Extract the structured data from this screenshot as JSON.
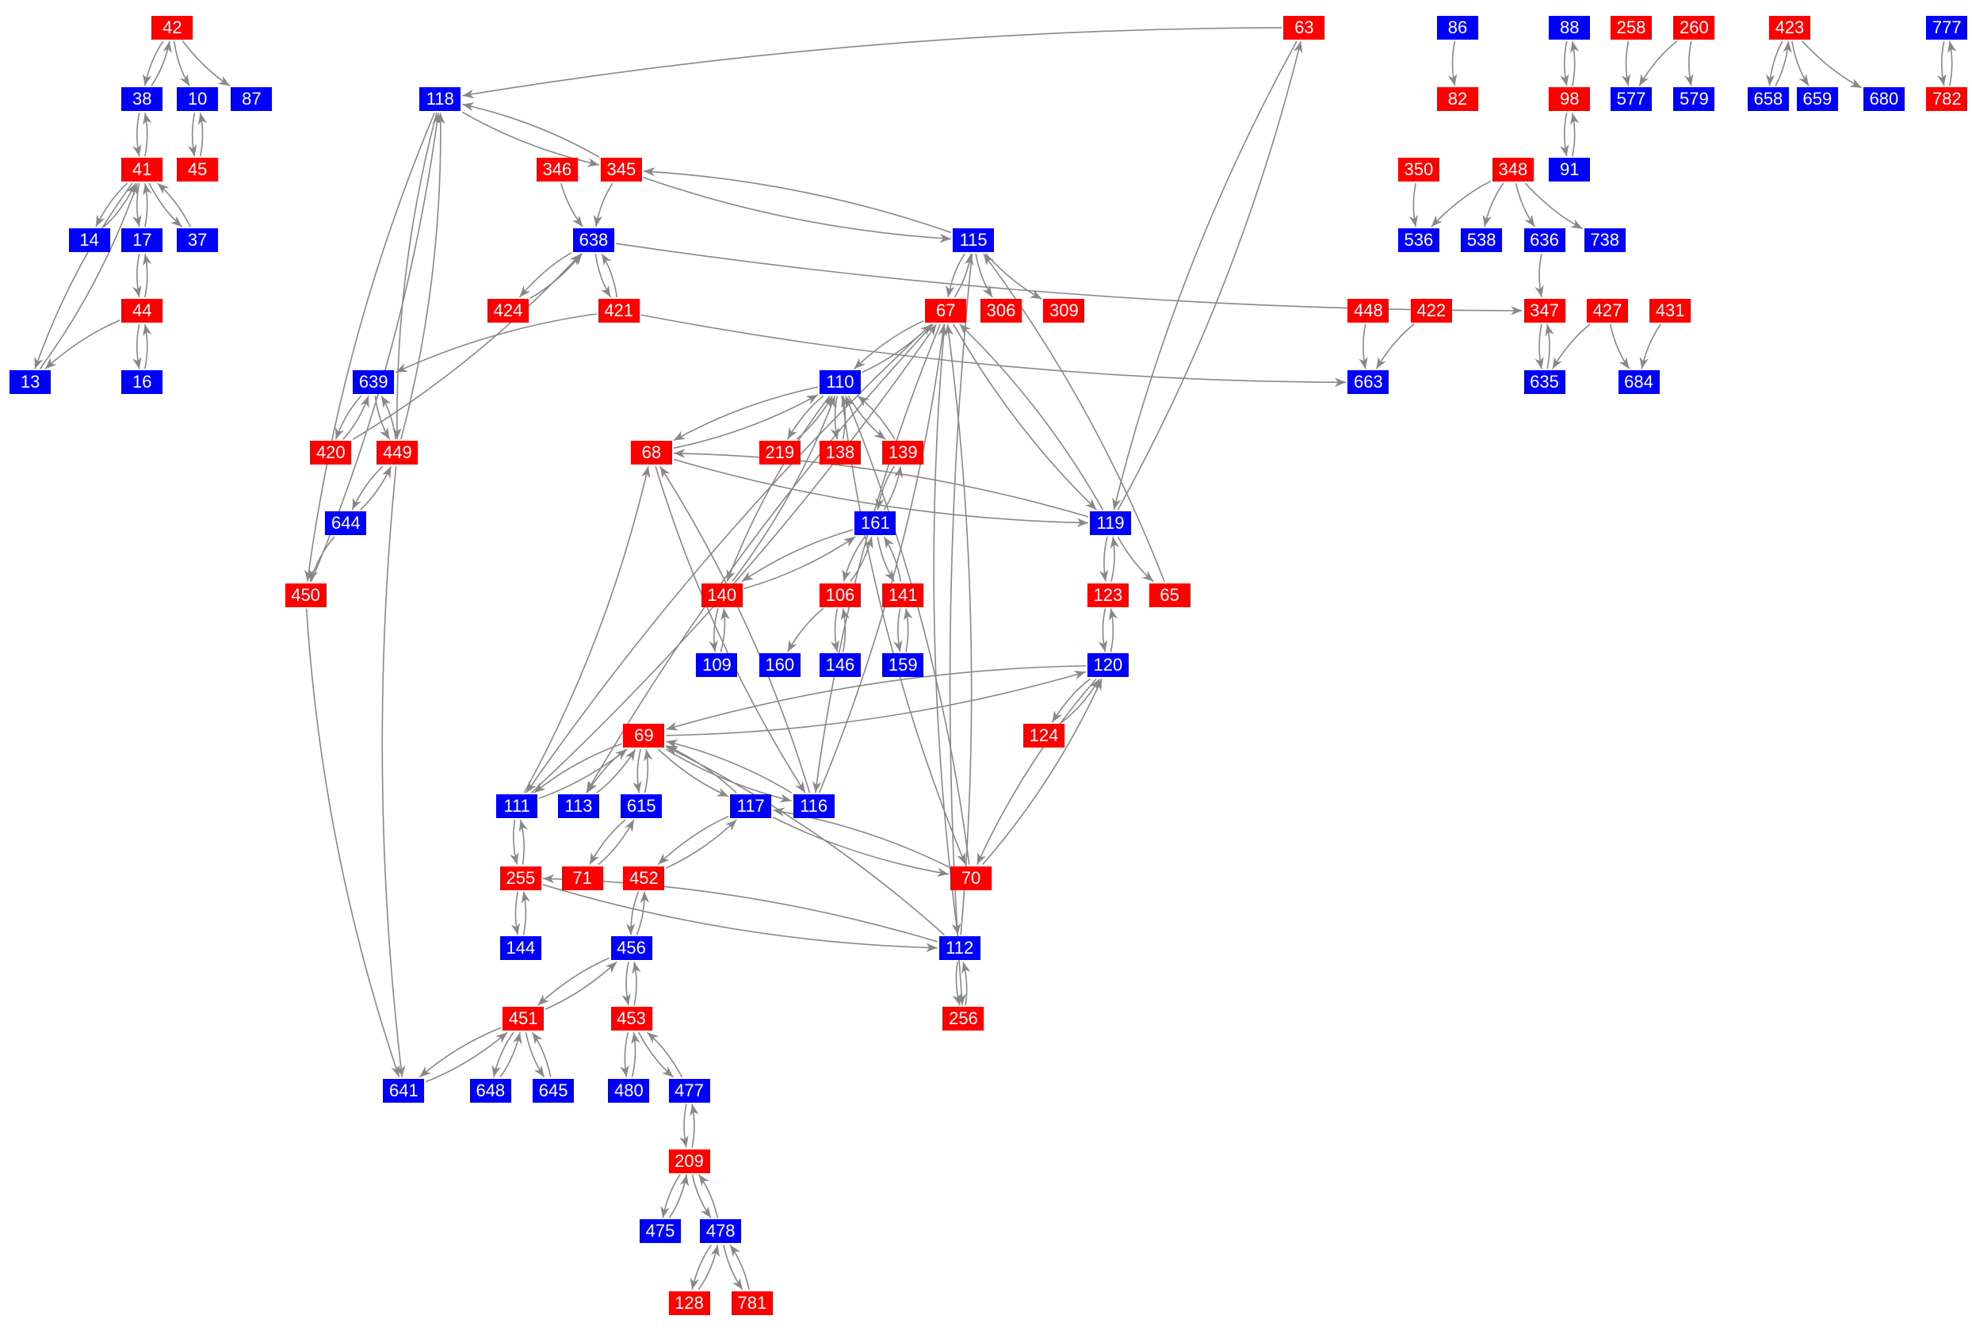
{
  "colors": {
    "red": "#ff0000",
    "blue": "#0000ff",
    "edge": "#888888"
  },
  "nodes": [
    {
      "id": "42",
      "color": "red"
    },
    {
      "id": "38",
      "color": "blue"
    },
    {
      "id": "10",
      "color": "blue"
    },
    {
      "id": "87",
      "color": "blue"
    },
    {
      "id": "41",
      "color": "red"
    },
    {
      "id": "45",
      "color": "red"
    },
    {
      "id": "14",
      "color": "blue"
    },
    {
      "id": "17",
      "color": "blue"
    },
    {
      "id": "37",
      "color": "blue"
    },
    {
      "id": "44",
      "color": "red"
    },
    {
      "id": "13",
      "color": "blue"
    },
    {
      "id": "16",
      "color": "blue"
    },
    {
      "id": "118",
      "color": "blue"
    },
    {
      "id": "346",
      "color": "red"
    },
    {
      "id": "345",
      "color": "red"
    },
    {
      "id": "638",
      "color": "blue"
    },
    {
      "id": "424",
      "color": "red"
    },
    {
      "id": "421",
      "color": "red"
    },
    {
      "id": "639",
      "color": "blue"
    },
    {
      "id": "420",
      "color": "red"
    },
    {
      "id": "449",
      "color": "red"
    },
    {
      "id": "644",
      "color": "blue"
    },
    {
      "id": "450",
      "color": "red"
    },
    {
      "id": "641",
      "color": "blue"
    },
    {
      "id": "63",
      "color": "red"
    },
    {
      "id": "115",
      "color": "blue"
    },
    {
      "id": "67",
      "color": "red"
    },
    {
      "id": "306",
      "color": "red"
    },
    {
      "id": "309",
      "color": "red"
    },
    {
      "id": "110",
      "color": "blue"
    },
    {
      "id": "68",
      "color": "red"
    },
    {
      "id": "219",
      "color": "red"
    },
    {
      "id": "138",
      "color": "red"
    },
    {
      "id": "139",
      "color": "red"
    },
    {
      "id": "161",
      "color": "blue"
    },
    {
      "id": "140",
      "color": "red"
    },
    {
      "id": "106",
      "color": "red"
    },
    {
      "id": "141",
      "color": "red"
    },
    {
      "id": "109",
      "color": "blue"
    },
    {
      "id": "160",
      "color": "blue"
    },
    {
      "id": "146",
      "color": "blue"
    },
    {
      "id": "159",
      "color": "blue"
    },
    {
      "id": "119",
      "color": "blue"
    },
    {
      "id": "123",
      "color": "red"
    },
    {
      "id": "65",
      "color": "red"
    },
    {
      "id": "120",
      "color": "blue"
    },
    {
      "id": "124",
      "color": "red"
    },
    {
      "id": "69",
      "color": "red"
    },
    {
      "id": "111",
      "color": "blue"
    },
    {
      "id": "113",
      "color": "blue"
    },
    {
      "id": "615",
      "color": "blue"
    },
    {
      "id": "117",
      "color": "blue"
    },
    {
      "id": "116",
      "color": "blue"
    },
    {
      "id": "255",
      "color": "red"
    },
    {
      "id": "71",
      "color": "red"
    },
    {
      "id": "452",
      "color": "red"
    },
    {
      "id": "70",
      "color": "red"
    },
    {
      "id": "144",
      "color": "blue"
    },
    {
      "id": "456",
      "color": "blue"
    },
    {
      "id": "112",
      "color": "blue"
    },
    {
      "id": "451",
      "color": "red"
    },
    {
      "id": "453",
      "color": "red"
    },
    {
      "id": "256",
      "color": "red"
    },
    {
      "id": "648",
      "color": "blue"
    },
    {
      "id": "645",
      "color": "blue"
    },
    {
      "id": "480",
      "color": "blue"
    },
    {
      "id": "477",
      "color": "blue"
    },
    {
      "id": "209",
      "color": "red"
    },
    {
      "id": "475",
      "color": "blue"
    },
    {
      "id": "478",
      "color": "blue"
    },
    {
      "id": "128",
      "color": "red"
    },
    {
      "id": "781",
      "color": "red"
    },
    {
      "id": "86",
      "color": "blue"
    },
    {
      "id": "82",
      "color": "red"
    },
    {
      "id": "88",
      "color": "blue"
    },
    {
      "id": "98",
      "color": "red"
    },
    {
      "id": "91",
      "color": "blue"
    },
    {
      "id": "258",
      "color": "red"
    },
    {
      "id": "260",
      "color": "red"
    },
    {
      "id": "577",
      "color": "blue"
    },
    {
      "id": "579",
      "color": "blue"
    },
    {
      "id": "423",
      "color": "red"
    },
    {
      "id": "658",
      "color": "blue"
    },
    {
      "id": "659",
      "color": "blue"
    },
    {
      "id": "680",
      "color": "blue"
    },
    {
      "id": "777",
      "color": "blue"
    },
    {
      "id": "782",
      "color": "red"
    },
    {
      "id": "350",
      "color": "red"
    },
    {
      "id": "348",
      "color": "red"
    },
    {
      "id": "536",
      "color": "blue"
    },
    {
      "id": "538",
      "color": "blue"
    },
    {
      "id": "636",
      "color": "blue"
    },
    {
      "id": "738",
      "color": "blue"
    },
    {
      "id": "448",
      "color": "red"
    },
    {
      "id": "422",
      "color": "red"
    },
    {
      "id": "663",
      "color": "blue"
    },
    {
      "id": "347",
      "color": "red"
    },
    {
      "id": "427",
      "color": "red"
    },
    {
      "id": "431",
      "color": "red"
    },
    {
      "id": "635",
      "color": "blue"
    },
    {
      "id": "684",
      "color": "blue"
    }
  ],
  "edges": [
    [
      "42",
      "38"
    ],
    [
      "38",
      "42"
    ],
    [
      "42",
      "10"
    ],
    [
      "42",
      "87"
    ],
    [
      "38",
      "41"
    ],
    [
      "41",
      "38"
    ],
    [
      "10",
      "45"
    ],
    [
      "45",
      "10"
    ],
    [
      "41",
      "14"
    ],
    [
      "14",
      "41"
    ],
    [
      "41",
      "17"
    ],
    [
      "17",
      "41"
    ],
    [
      "41",
      "37"
    ],
    [
      "37",
      "41"
    ],
    [
      "41",
      "13"
    ],
    [
      "13",
      "41"
    ],
    [
      "17",
      "44"
    ],
    [
      "44",
      "17"
    ],
    [
      "44",
      "13"
    ],
    [
      "44",
      "16"
    ],
    [
      "16",
      "44"
    ],
    [
      "63",
      "118"
    ],
    [
      "118",
      "345"
    ],
    [
      "345",
      "118"
    ],
    [
      "346",
      "638"
    ],
    [
      "345",
      "638"
    ],
    [
      "345",
      "115"
    ],
    [
      "115",
      "345"
    ],
    [
      "638",
      "424"
    ],
    [
      "424",
      "638"
    ],
    [
      "638",
      "421"
    ],
    [
      "421",
      "638"
    ],
    [
      "420",
      "638"
    ],
    [
      "421",
      "639"
    ],
    [
      "638",
      "347"
    ],
    [
      "421",
      "663"
    ],
    [
      "639",
      "420"
    ],
    [
      "420",
      "639"
    ],
    [
      "639",
      "449"
    ],
    [
      "449",
      "639"
    ],
    [
      "118",
      "449"
    ],
    [
      "449",
      "118"
    ],
    [
      "118",
      "450"
    ],
    [
      "450",
      "118"
    ],
    [
      "449",
      "644"
    ],
    [
      "644",
      "449"
    ],
    [
      "644",
      "450"
    ],
    [
      "450",
      "641"
    ],
    [
      "449",
      "641"
    ],
    [
      "63",
      "119"
    ],
    [
      "119",
      "63"
    ],
    [
      "115",
      "67"
    ],
    [
      "67",
      "115"
    ],
    [
      "115",
      "306"
    ],
    [
      "115",
      "309"
    ],
    [
      "65",
      "115"
    ],
    [
      "115",
      "256"
    ],
    [
      "67",
      "110"
    ],
    [
      "110",
      "67"
    ],
    [
      "67",
      "119"
    ],
    [
      "119",
      "67"
    ],
    [
      "67",
      "111"
    ],
    [
      "111",
      "67"
    ],
    [
      "67",
      "113"
    ],
    [
      "67",
      "116"
    ],
    [
      "116",
      "67"
    ],
    [
      "67",
      "112"
    ],
    [
      "112",
      "67"
    ],
    [
      "110",
      "68"
    ],
    [
      "68",
      "110"
    ],
    [
      "110",
      "219"
    ],
    [
      "219",
      "110"
    ],
    [
      "110",
      "138"
    ],
    [
      "138",
      "110"
    ],
    [
      "110",
      "139"
    ],
    [
      "139",
      "110"
    ],
    [
      "110",
      "140"
    ],
    [
      "140",
      "110"
    ],
    [
      "110",
      "70"
    ],
    [
      "70",
      "110"
    ],
    [
      "68",
      "119"
    ],
    [
      "119",
      "68"
    ],
    [
      "111",
      "68"
    ],
    [
      "68",
      "116"
    ],
    [
      "116",
      "68"
    ],
    [
      "139",
      "161"
    ],
    [
      "161",
      "139"
    ],
    [
      "161",
      "140"
    ],
    [
      "140",
      "161"
    ],
    [
      "161",
      "106"
    ],
    [
      "106",
      "161"
    ],
    [
      "161",
      "141"
    ],
    [
      "141",
      "161"
    ],
    [
      "140",
      "109"
    ],
    [
      "109",
      "140"
    ],
    [
      "106",
      "160"
    ],
    [
      "106",
      "146"
    ],
    [
      "146",
      "106"
    ],
    [
      "141",
      "159"
    ],
    [
      "159",
      "141"
    ],
    [
      "119",
      "123"
    ],
    [
      "123",
      "119"
    ],
    [
      "119",
      "65"
    ],
    [
      "123",
      "120"
    ],
    [
      "120",
      "123"
    ],
    [
      "120",
      "124"
    ],
    [
      "124",
      "120"
    ],
    [
      "120",
      "69"
    ],
    [
      "69",
      "120"
    ],
    [
      "120",
      "70"
    ],
    [
      "70",
      "120"
    ],
    [
      "69",
      "111"
    ],
    [
      "111",
      "69"
    ],
    [
      "69",
      "113"
    ],
    [
      "113",
      "69"
    ],
    [
      "69",
      "615"
    ],
    [
      "615",
      "69"
    ],
    [
      "69",
      "117"
    ],
    [
      "117",
      "69"
    ],
    [
      "69",
      "116"
    ],
    [
      "116",
      "69"
    ],
    [
      "112",
      "69"
    ],
    [
      "111",
      "255"
    ],
    [
      "255",
      "111"
    ],
    [
      "615",
      "71"
    ],
    [
      "71",
      "615"
    ],
    [
      "117",
      "452"
    ],
    [
      "452",
      "117"
    ],
    [
      "117",
      "70"
    ],
    [
      "70",
      "117"
    ],
    [
      "255",
      "144"
    ],
    [
      "144",
      "255"
    ],
    [
      "255",
      "112"
    ],
    [
      "112",
      "255"
    ],
    [
      "452",
      "456"
    ],
    [
      "456",
      "452"
    ],
    [
      "456",
      "451"
    ],
    [
      "451",
      "456"
    ],
    [
      "456",
      "453"
    ],
    [
      "453",
      "456"
    ],
    [
      "112",
      "256"
    ],
    [
      "256",
      "112"
    ],
    [
      "451",
      "641"
    ],
    [
      "641",
      "451"
    ],
    [
      "451",
      "648"
    ],
    [
      "648",
      "451"
    ],
    [
      "451",
      "645"
    ],
    [
      "645",
      "451"
    ],
    [
      "453",
      "480"
    ],
    [
      "480",
      "453"
    ],
    [
      "453",
      "477"
    ],
    [
      "477",
      "453"
    ],
    [
      "477",
      "209"
    ],
    [
      "209",
      "477"
    ],
    [
      "209",
      "475"
    ],
    [
      "475",
      "209"
    ],
    [
      "209",
      "478"
    ],
    [
      "478",
      "209"
    ],
    [
      "478",
      "128"
    ],
    [
      "128",
      "478"
    ],
    [
      "478",
      "781"
    ],
    [
      "781",
      "478"
    ],
    [
      "86",
      "82"
    ],
    [
      "88",
      "98"
    ],
    [
      "98",
      "88"
    ],
    [
      "98",
      "91"
    ],
    [
      "91",
      "98"
    ],
    [
      "258",
      "577"
    ],
    [
      "260",
      "577"
    ],
    [
      "260",
      "579"
    ],
    [
      "423",
      "658"
    ],
    [
      "658",
      "423"
    ],
    [
      "423",
      "659"
    ],
    [
      "423",
      "680"
    ],
    [
      "777",
      "782"
    ],
    [
      "782",
      "777"
    ],
    [
      "350",
      "536"
    ],
    [
      "348",
      "536"
    ],
    [
      "348",
      "538"
    ],
    [
      "348",
      "636"
    ],
    [
      "348",
      "738"
    ],
    [
      "636",
      "347"
    ],
    [
      "448",
      "663"
    ],
    [
      "422",
      "663"
    ],
    [
      "347",
      "635"
    ],
    [
      "635",
      "347"
    ],
    [
      "427",
      "635"
    ],
    [
      "427",
      "684"
    ],
    [
      "431",
      "684"
    ]
  ]
}
